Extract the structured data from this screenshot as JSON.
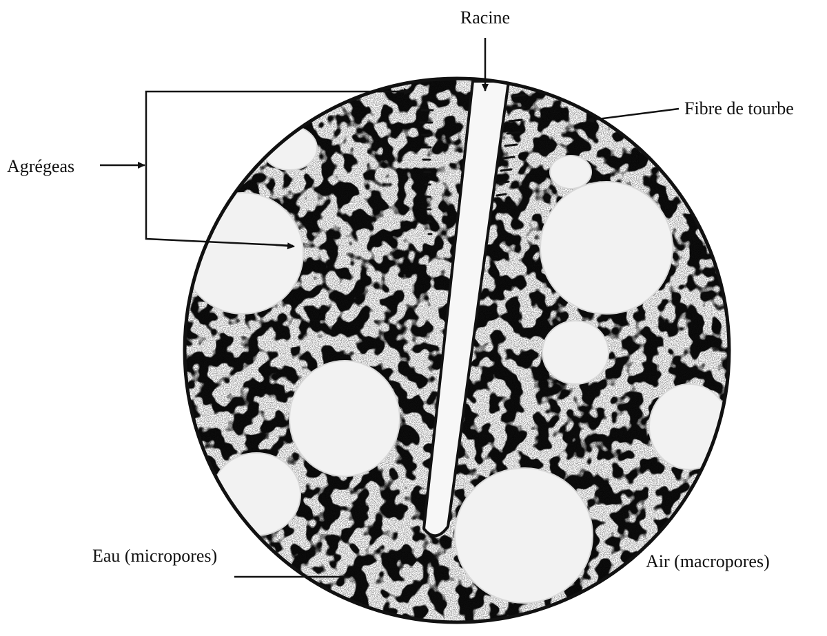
{
  "labels": {
    "racine": "Racine",
    "fibre": "Fibre de tourbe",
    "agregats": "Agrégeas",
    "eau": "Eau (micropores)",
    "air": "Air (macropores)"
  },
  "colors": {
    "ink": "#111111",
    "background": "#ffffff",
    "pore": "#f1f1f1"
  }
}
